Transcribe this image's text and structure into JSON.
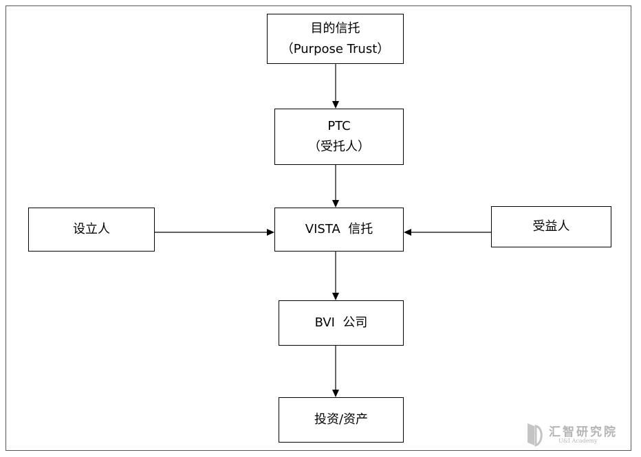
{
  "nodes": {
    "purpose_trust": {
      "line1": "目的信托",
      "line2": "（Purpose Trust）"
    },
    "ptc": {
      "line1": "PTC",
      "line2": "（受托人）"
    },
    "settlor": {
      "label": "设立人"
    },
    "vista_trust": {
      "label": "VISTA  信托"
    },
    "beneficiary": {
      "label": "受益人"
    },
    "bvi_company": {
      "label": "BVI  公司"
    },
    "assets": {
      "label": "投资/资产"
    }
  },
  "logo": {
    "name": "汇智研究院",
    "subtitle": "U&I Academy",
    "icon": "academy-logo-icon"
  }
}
